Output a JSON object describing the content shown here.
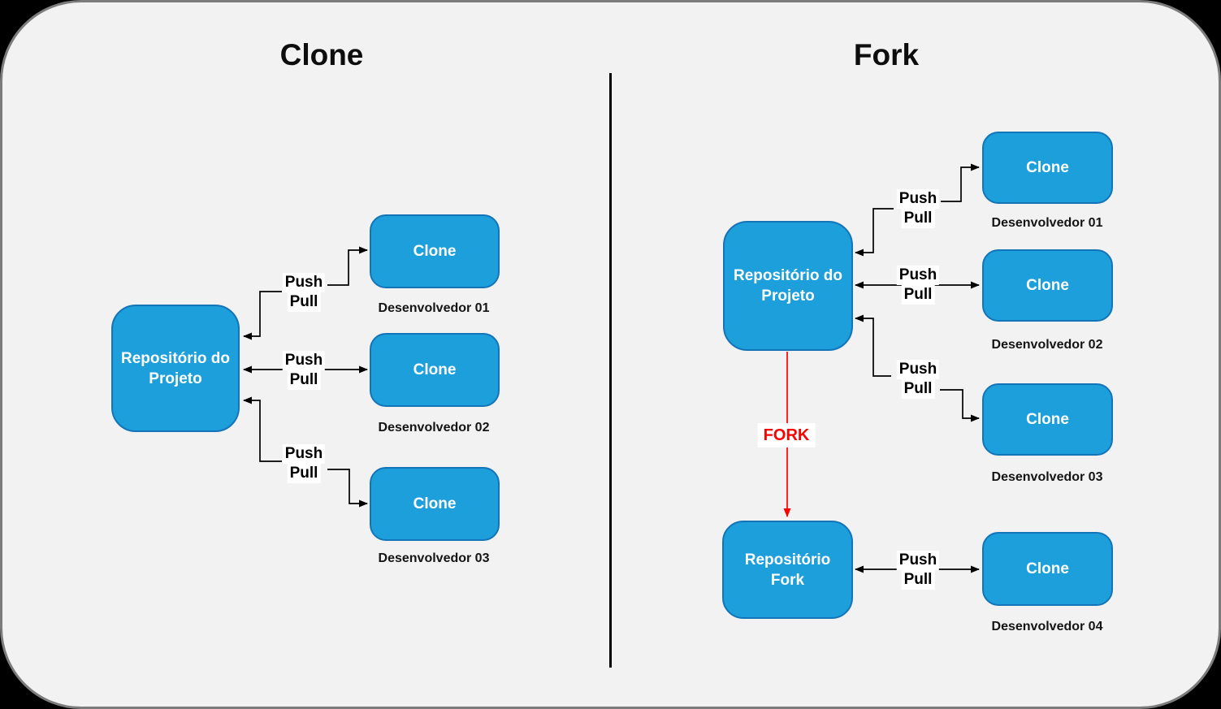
{
  "panels": {
    "left": {
      "title": "Clone",
      "repo_label": "Repositório do\nProjeto",
      "clones": [
        {
          "label": "Clone",
          "developer": "Desenvolvedor 01"
        },
        {
          "label": "Clone",
          "developer": "Desenvolvedor 02"
        },
        {
          "label": "Clone",
          "developer": "Desenvolvedor 03"
        }
      ],
      "edge_labels": [
        {
          "push": "Push",
          "pull": "Pull"
        },
        {
          "push": "Push",
          "pull": "Pull"
        },
        {
          "push": "Push",
          "pull": "Pull"
        }
      ]
    },
    "right": {
      "title": "Fork",
      "repo_label": "Repositório do\nProjeto",
      "fork_repo_label": "Repositório\nFork",
      "fork_edge_label": "FORK",
      "clones": [
        {
          "label": "Clone",
          "developer": "Desenvolvedor 01"
        },
        {
          "label": "Clone",
          "developer": "Desenvolvedor 02"
        },
        {
          "label": "Clone",
          "developer": "Desenvolvedor 03"
        },
        {
          "label": "Clone",
          "developer": "Desenvolvedor 04"
        }
      ],
      "edge_labels": [
        {
          "push": "Push",
          "pull": "Pull"
        },
        {
          "push": "Push",
          "pull": "Pull"
        },
        {
          "push": "Push",
          "pull": "Pull"
        },
        {
          "push": "Push",
          "pull": "Pull"
        }
      ]
    }
  },
  "colors": {
    "node_fill": "#1d9fdb",
    "node_border": "#1474b8",
    "canvas_bg": "#f2f2f2",
    "outer_bg": "#000000",
    "arrow": "#000000",
    "fork_red": "#ff0000"
  }
}
